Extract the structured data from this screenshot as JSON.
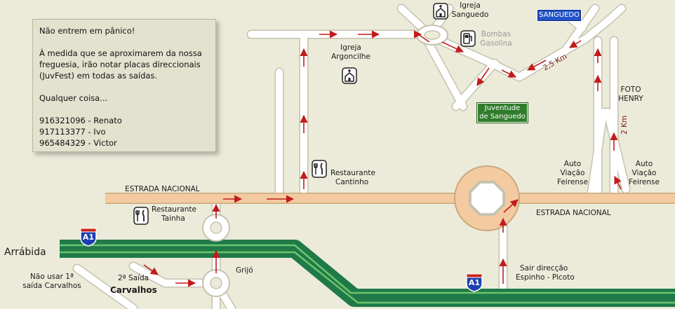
{
  "info_box": {
    "line1": "Não entrem em pânico!",
    "line2": "À medida que se aproximarem da nossa",
    "line3": "freguesia, irão notar placas direccionais",
    "line4": "(JuvFest) em todas as saídas.",
    "line5": "Qualquer coisa...",
    "phones": [
      "916321096 - Renato",
      "917113377 - Ivo",
      "965484329 - Victor"
    ]
  },
  "labels": {
    "igreja_sanguedo": [
      "Igreja",
      "Sanguedo"
    ],
    "sanguedo_sign": "SANGUEDO",
    "bombas": [
      "Bombas",
      "Gasolina"
    ],
    "igreja_argoncilhe": [
      "Igreja",
      "Argoncilhe"
    ],
    "juventude": [
      "Juventude",
      "de Sanguedo"
    ],
    "distance_25": "2,5 Km",
    "distance_2": "2 Km",
    "foto_henry": [
      "FOTO",
      "HENRY"
    ],
    "restaurante_cantinho": [
      "Restaurante",
      "Cantinho"
    ],
    "auto_viacao_left": [
      "Auto",
      "Viação",
      "Feirense"
    ],
    "auto_viacao_right": [
      "Auto",
      "Viação",
      "Feirense"
    ],
    "estrada_nacional_left": "ESTRADA NACIONAL",
    "estrada_nacional_right": "ESTRADA NACIONAL",
    "restaurante_tainha": [
      "Restaurante",
      "Tainha"
    ],
    "a1_shield": "A1",
    "arrabida": "Arrábida",
    "nao_usar": [
      "Não usar 1ª",
      "saída Carvalhos"
    ],
    "segunda_saida": "2ª Saída",
    "carvalhos": "Carvalhos",
    "grijo": "Grijó",
    "sair_direccao": [
      "Sair direcção",
      "Espinho - Picoto"
    ]
  },
  "colors": {
    "background": "#ecebd9",
    "road": "#ffffff",
    "road_edge": "#c4c3b0",
    "estrada_nacional": "#f4caa0",
    "motorway_dark": "#1f7a48",
    "motorway_light": "#6cc46c",
    "arrow": "#c01c1c",
    "shield_blue": "#1c3fb0",
    "shield_red": "#c8231c"
  }
}
